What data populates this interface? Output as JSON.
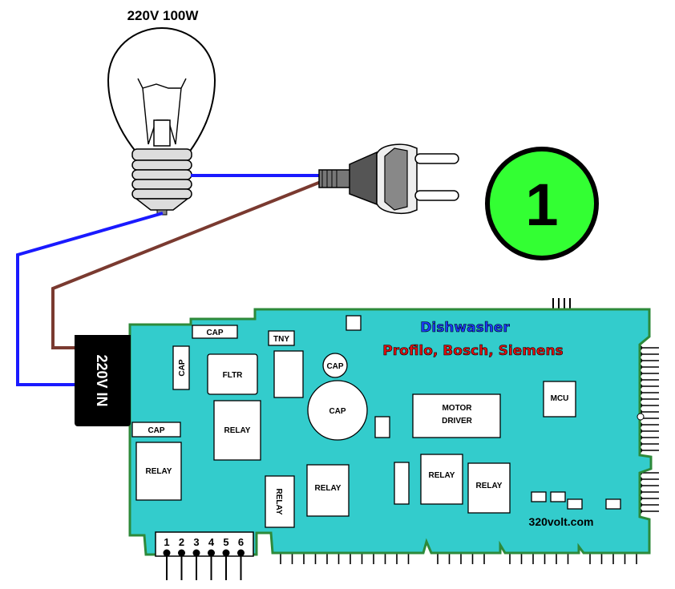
{
  "lamp": {
    "rating": "220V 100W"
  },
  "step_badge": {
    "number": "1",
    "color": "#33ff33"
  },
  "board": {
    "color": "#33cccc",
    "border_color": "#2d8a3a",
    "title_line1": "Dishwasher",
    "title_line2": "Profilo, Bosch, Siemens",
    "input_label": "220V IN",
    "website": "320volt.com",
    "components": {
      "cap_top": "CAP",
      "tny": "TNY",
      "cap_vertical": "CAP",
      "fltr": "FLTR",
      "cap_small_round": "CAP",
      "cap_big_round": "CAP",
      "cap_left": "CAP",
      "relay_big": "RELAY",
      "relay_left": "RELAY",
      "relay_vertical": "RELAY",
      "relay_mid": "RELAY",
      "motor_driver_line1": "MOTOR",
      "motor_driver_line2": "DRIVER",
      "mcu": "MCU",
      "relay_right1": "RELAY",
      "relay_right2": "RELAY"
    },
    "connector_pins": [
      "1",
      "2",
      "3",
      "4",
      "5",
      "6"
    ]
  },
  "wires": {
    "neutral_color": "#1a1aff",
    "live_color": "#7a3a30"
  }
}
